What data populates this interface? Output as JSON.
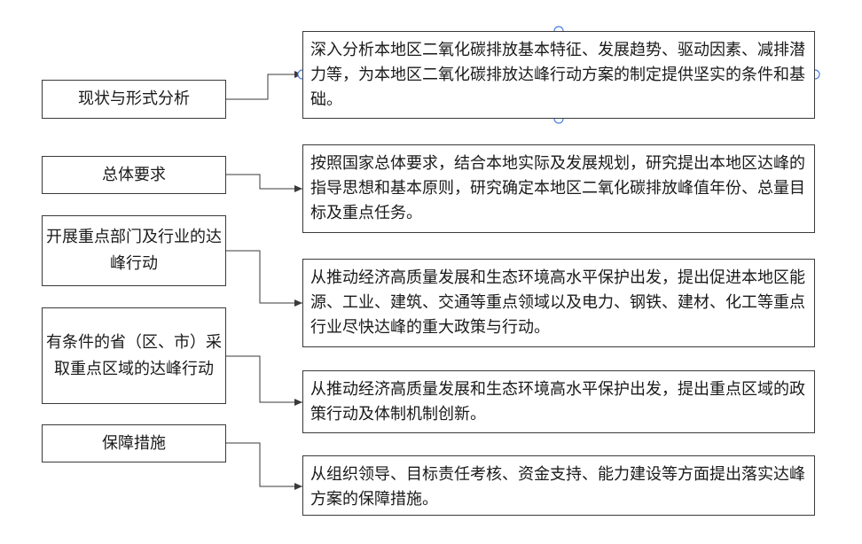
{
  "diagram": {
    "stages": [
      {
        "label": "现状与形式分析",
        "description": "深入分析本地区二氧化碳排放基本特征、发展趋势、驱动因素、减排潜力等，为本地区二氧化碳排放达峰行动方案的制定提供坚实的条件和基础。"
      },
      {
        "label": "总体要求",
        "description": "按照国家总体要求，结合本地实际及发展规划，研究提出本地区达峰的指导思想和基本原则，研究确定本地区二氧化碳排放峰值年份、总量目标及重点任务。"
      },
      {
        "label": "开展重点部门及行业的达峰行动",
        "description": "从推动经济高质量发展和生态环境高水平保护出发，提出促进本地区能源、工业、建筑、交通等重点领域以及电力、钢铁、建材、化工等重点行业尽快达峰的重大政策与行动。"
      },
      {
        "label": "有条件的省（区、市）采取重点区域的达峰行动",
        "description": "从推动经济高质量发展和生态环境高水平保护出发，提出重点区域的政策行动及体制机制创新。"
      },
      {
        "label": "保障措施",
        "description": "从组织领导、目标责任考核、资金支持、能力建设等方面提出落实达峰方案的保障措施。"
      }
    ],
    "colors": {
      "line": "#3a3a3a",
      "handle": "#4a7ee0"
    }
  }
}
